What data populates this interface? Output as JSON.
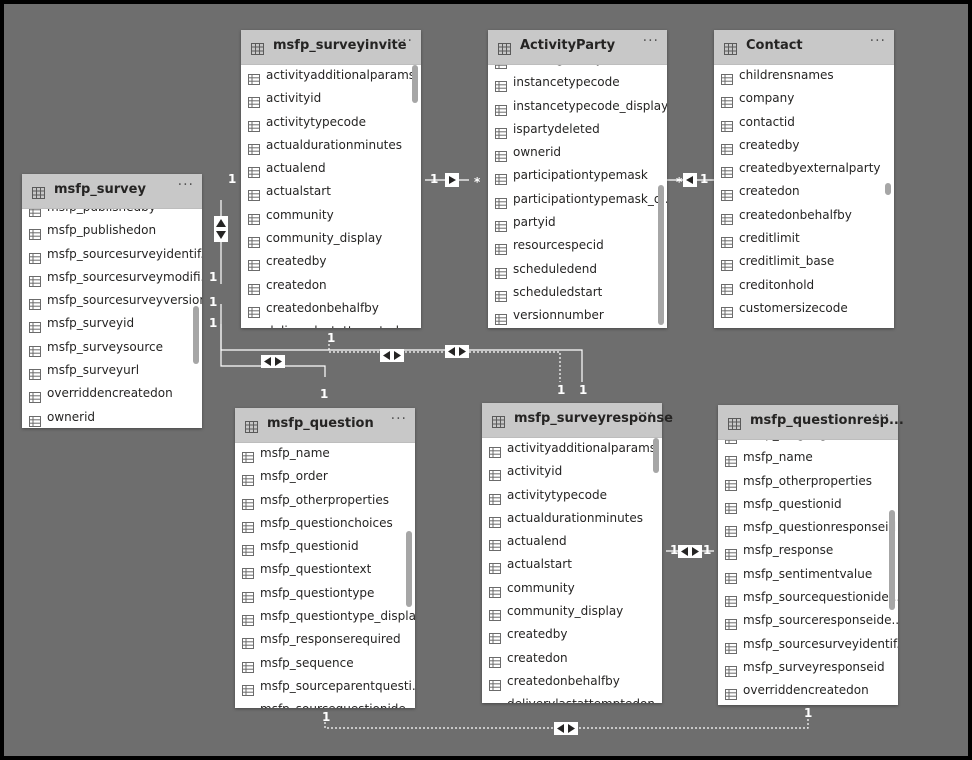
{
  "tables": [
    {
      "id": "survey",
      "name": "msfp_survey",
      "fields": [
        "msfp_publishedby",
        "msfp_publishedon",
        "msfp_sourcesurveyidentif...",
        "msfp_sourcesurveymodifi...",
        "msfp_sourcesurveyversion",
        "msfp_surveyid",
        "msfp_surveysource",
        "msfp_surveyurl",
        "overriddencreatedon",
        "ownerid"
      ]
    },
    {
      "id": "surveyinvite",
      "name": "msfp_surveyinvite",
      "fields": [
        "activityadditionalparams",
        "activityid",
        "activitytypecode",
        "actualdurationminutes",
        "actualend",
        "actualstart",
        "community",
        "community_display",
        "createdby",
        "createdon",
        "createdonbehalfby",
        "deliverylastattemptedon"
      ]
    },
    {
      "id": "activityparty",
      "name": "ActivityParty",
      "fields": [
        "exchangeentryid",
        "instancetypecode",
        "instancetypecode_display",
        "ispartydeleted",
        "ownerid",
        "participationtypemask",
        "participationtypemask_di...",
        "partyid",
        "resourcespecid",
        "scheduledend",
        "scheduledstart",
        "versionnumber"
      ]
    },
    {
      "id": "contact",
      "name": "Contact",
      "fields": [
        "childrensnames",
        "company",
        "contactid",
        "createdby",
        "createdbyexternalparty",
        "createdon",
        "createdonbehalfby",
        "creditlimit",
        "creditlimit_base",
        "creditonhold",
        "customersizecode"
      ]
    },
    {
      "id": "question",
      "name": "msfp_question",
      "fields": [
        "msfp_name",
        "msfp_order",
        "msfp_otherproperties",
        "msfp_questionchoices",
        "msfp_questionid",
        "msfp_questiontext",
        "msfp_questiontype",
        "msfp_questiontype_display",
        "msfp_responserequired",
        "msfp_sequence",
        "msfp_sourceparentquesti...",
        "msfp_sourcequestionide..."
      ]
    },
    {
      "id": "surveyresponse",
      "name": "msfp_surveyresponse",
      "fields": [
        "activityadditionalparams",
        "activityid",
        "activitytypecode",
        "actualdurationminutes",
        "actualend",
        "actualstart",
        "community",
        "community_display",
        "createdby",
        "createdon",
        "createdonbehalfby",
        "deliverylastattemptedon"
      ]
    },
    {
      "id": "questionresponse",
      "name": "msfp_questionresp...",
      "fields": [
        "msfp_language",
        "msfp_name",
        "msfp_otherproperties",
        "msfp_questionid",
        "msfp_questionresponseid",
        "msfp_response",
        "msfp_sentimentvalue",
        "msfp_sourcequestionide...",
        "msfp_sourceresponseide...",
        "msfp_sourcesurveyidentif...",
        "msfp_surveyresponseid",
        "overriddencreatedon"
      ]
    }
  ],
  "relationships": [
    {
      "id": "invite-activityparty",
      "from_card": "1",
      "to_card": "*"
    },
    {
      "id": "activityparty-contact",
      "from_card": "*",
      "to_card": "1"
    },
    {
      "id": "survey-invite",
      "from_card": "1",
      "to_card": "1"
    },
    {
      "id": "survey-question",
      "from_card": "1",
      "to_card": "1"
    },
    {
      "id": "invite-response",
      "from_card": "1",
      "to_card": "1"
    },
    {
      "id": "survey-response",
      "from_card": "1",
      "to_card": "1"
    },
    {
      "id": "response-questionresponse",
      "from_card": "1",
      "to_card": "1"
    },
    {
      "id": "question-questionresponse",
      "from_card": "1",
      "to_card": "1"
    }
  ]
}
